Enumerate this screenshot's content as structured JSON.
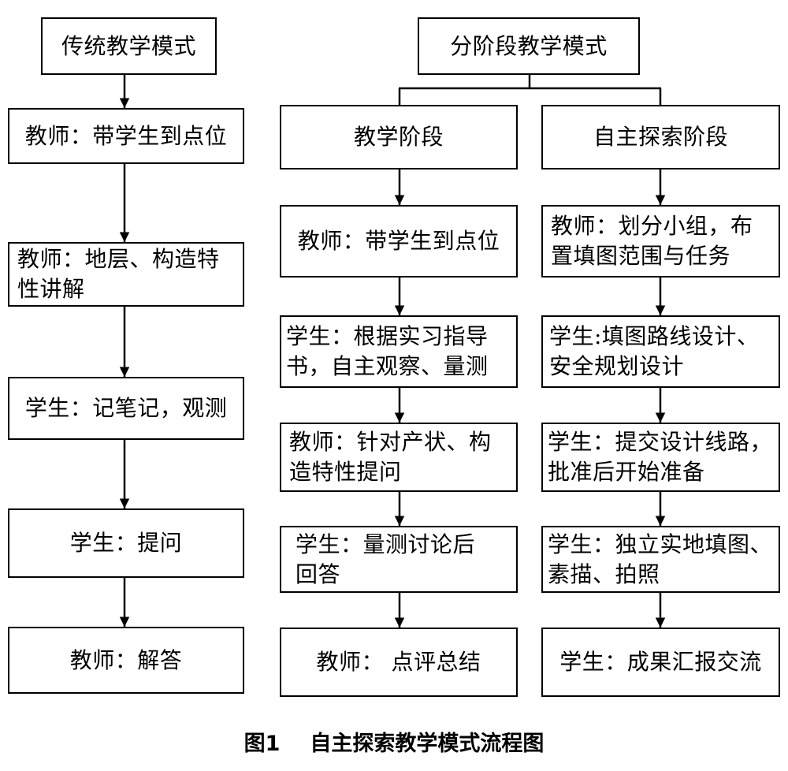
{
  "traditional": {
    "title": "传统教学模式",
    "steps": [
      {
        "lines": [
          "教师：带学生到点位"
        ]
      },
      {
        "lines": [
          "教师：地层、构造特",
          "性讲解"
        ]
      },
      {
        "lines": [
          "学生：记笔记，观测"
        ]
      },
      {
        "lines": [
          "学生：提问"
        ]
      },
      {
        "lines": [
          "教师：解答"
        ]
      }
    ]
  },
  "staged": {
    "title": "分阶段教学模式",
    "branches": [
      {
        "title": "教学阶段",
        "steps": [
          {
            "lines": [
              "教师：带学生到点位"
            ]
          },
          {
            "lines": [
              "学生：根据实习指导",
              "书，自主观察、量测"
            ]
          },
          {
            "lines": [
              "教师：针对产状、构",
              "造特性提问"
            ]
          },
          {
            "lines": [
              "学生：量测讨论后",
              "回答"
            ]
          },
          {
            "lines": [
              "教师： 点评总结"
            ]
          }
        ]
      },
      {
        "title": "自主探索阶段",
        "steps": [
          {
            "lines": [
              "教师：划分小组，布",
              "置填图范围与任务"
            ]
          },
          {
            "lines": [
              "学生:填图路线设计、",
              "安全规划设计"
            ]
          },
          {
            "lines": [
              "学生：提交设计线路，",
              "批准后开始准备"
            ]
          },
          {
            "lines": [
              "学生：独立实地填图、",
              "素描、拍照"
            ]
          },
          {
            "lines": [
              "学生：成果汇报交流"
            ]
          }
        ]
      }
    ]
  },
  "caption": {
    "label": "图1",
    "text": "自主探索教学模式流程图"
  }
}
